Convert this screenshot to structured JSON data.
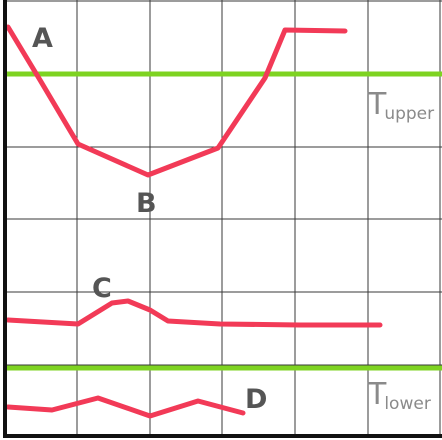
{
  "colors": {
    "curve": "#f23a57",
    "threshold": "#7ed321",
    "grid": "#3a3a3a",
    "axis": "#111111",
    "label": "#555555",
    "threshold_label": "#8a8a8a"
  },
  "points": {
    "a": "A",
    "b": "B",
    "c": "C",
    "d": "D"
  },
  "thresholds": {
    "upper": {
      "main": "T",
      "sub": "upper"
    },
    "lower": {
      "main": "T",
      "sub": "lower"
    }
  }
}
